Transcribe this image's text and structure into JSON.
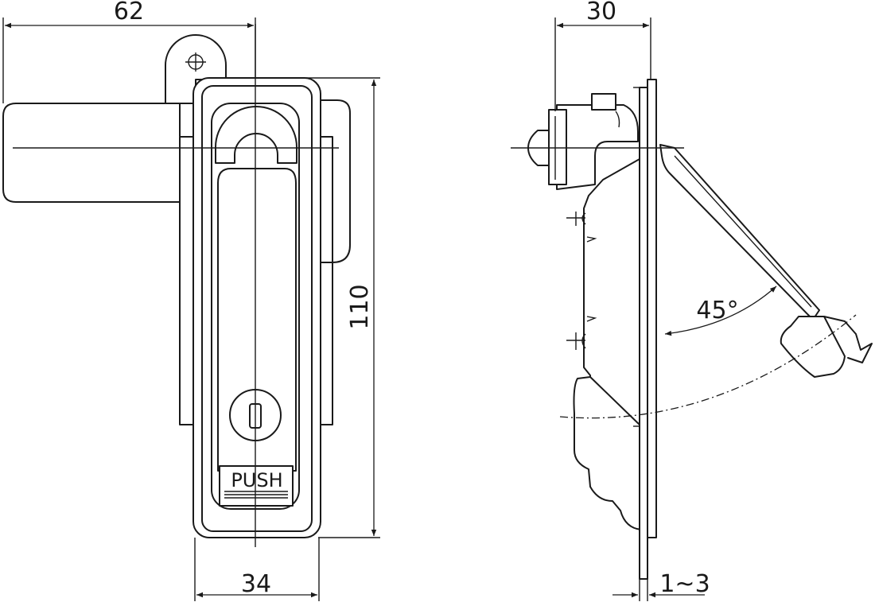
{
  "front_view": {
    "width_overall": "62",
    "width_body": "34",
    "height": "110",
    "handle_label": "PUSH"
  },
  "side_view": {
    "depth": "30",
    "panel_thickness": "1~3",
    "opening_angle": "45°"
  },
  "colors": {
    "line": "#1a1a1a",
    "background": "#ffffff"
  }
}
